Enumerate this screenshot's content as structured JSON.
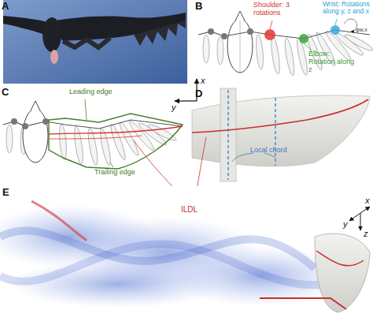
{
  "diagram": {
    "labels": [
      "A",
      "B",
      "Shoulder: 3 rotations",
      "Wrist: Rotations along y, z and x",
      "φw,x",
      "Elbow: Rotation along z",
      "x",
      "y",
      "C",
      "Leading edge",
      "Trailing edge",
      "D",
      "Local chord",
      "ILDL",
      "E",
      "y",
      "x",
      "z"
    ]
  }
}
